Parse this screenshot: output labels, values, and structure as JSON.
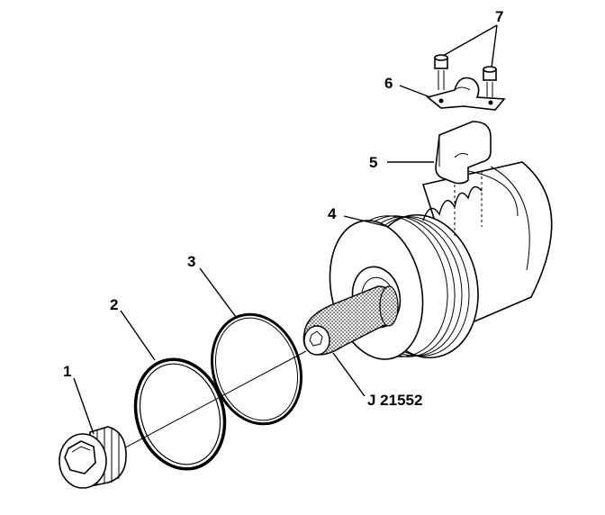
{
  "diagram": {
    "callouts": [
      {
        "id": "1",
        "text": "1"
      },
      {
        "id": "2",
        "text": "2"
      },
      {
        "id": "3",
        "text": "3"
      },
      {
        "id": "4",
        "text": "4"
      },
      {
        "id": "5",
        "text": "5"
      },
      {
        "id": "6",
        "text": "6"
      },
      {
        "id": "7",
        "text": "7"
      }
    ],
    "tool_label": "J 21552"
  }
}
